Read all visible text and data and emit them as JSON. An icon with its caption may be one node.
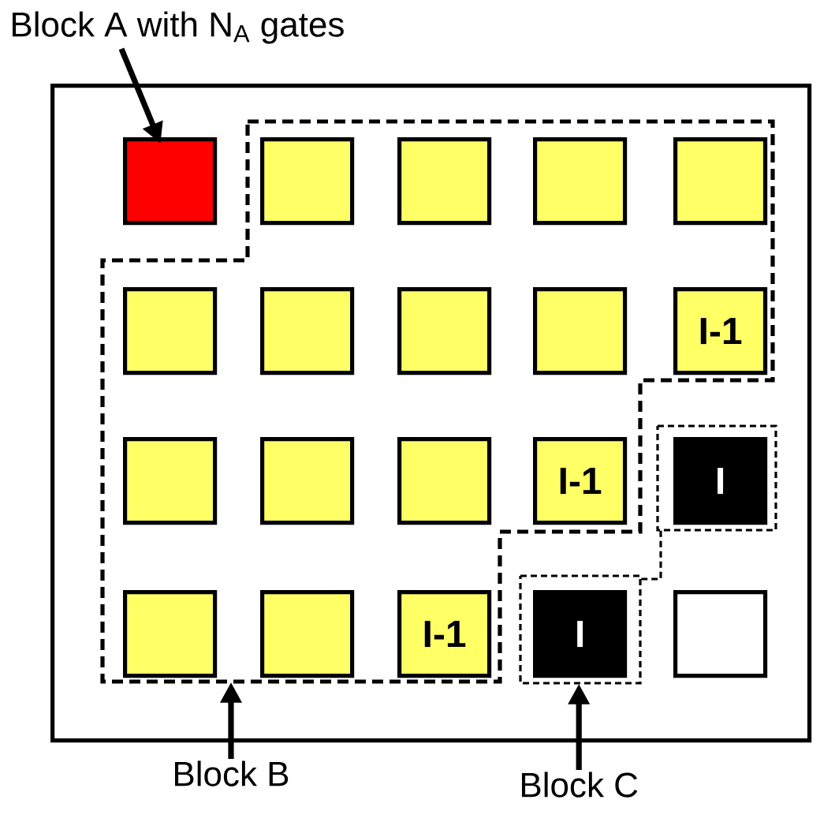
{
  "diagram": {
    "nodes": [
      {
        "text": [
          "Block A with N$_{A}$ gates"
        ]
      },
      {
        "text": [],
        "shape": "box"
      },
      {
        "text": [],
        "shape": "box",
        "in": 1
      },
      {
        "text": [],
        "shape": "outline",
        "in": 1
      },
      {
        "text": [],
        "shape": "box",
        "in": 3
      },
      {
        "text": [],
        "shape": "box",
        "in": 3
      },
      {
        "text": [],
        "shape": "box",
        "in": 3
      },
      {
        "text": [],
        "shape": "box",
        "in": 3
      },
      {
        "text": [],
        "shape": "box",
        "in": 3
      },
      {
        "text": [],
        "shape": "box",
        "in": 3
      },
      {
        "text": [],
        "shape": "box",
        "in": 3
      },
      {
        "text": [],
        "shape": "box",
        "in": 3
      },
      {
        "text": [
          "I-1"
        ],
        "in": 3
      },
      {
        "text": [],
        "shape": "box",
        "in": 3
      },
      {
        "text": [],
        "shape": "box",
        "in": 3
      },
      {
        "text": [],
        "shape": "box",
        "in": 3
      },
      {
        "text": [
          "I-1"
        ],
        "in": 3
      },
      {
        "text": [],
        "shape": "box",
        "in": 3
      },
      {
        "text": [],
        "shape": "box",
        "in": 3
      },
      {
        "text": [
          "I-1"
        ],
        "in": 3
      },
      {
        "text": [],
        "shape": "outline",
        "in": 1
      },
      {
        "text": [
          "I"
        ],
        "in": 20
      },
      {
        "text": [],
        "shape": "outline",
        "in": 1
      },
      {
        "text": [
          "I"
        ],
        "in": 22
      },
      {
        "text": [],
        "shape": "box",
        "in": 1
      },
      {
        "text": [
          "Block B"
        ]
      },
      {
        "text": [
          "Block C"
        ]
      }
    ],
    "edges": [
      {
        "from": 0,
        "to": 2,
        "arrow": "to"
      },
      {
        "from": 25,
        "to": 3,
        "arrow": "to"
      },
      {
        "from": 26,
        "to": 22,
        "arrow": "to"
      },
      {
        "from": 20,
        "to": 22,
        "arrow": "none",
        "style": "dashed"
      }
    ]
  }
}
